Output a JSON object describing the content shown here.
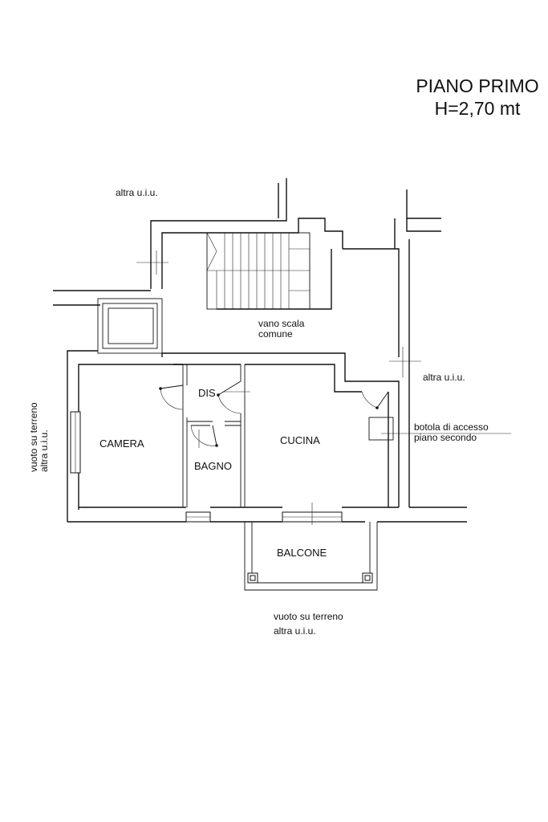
{
  "title": {
    "line1": "PIANO PRIMO",
    "line2": "H=2,70 mt"
  },
  "rooms": {
    "camera": "CAMERA",
    "dis": "DIS",
    "bagno": "BAGNO",
    "cucina": "CUCINA",
    "balcone": "BALCONE",
    "vano_scala_1": "vano scala",
    "vano_scala_2": "comune"
  },
  "annotations": {
    "altra_top": "altra u.i.u.",
    "altra_right": "altra u.i.u.",
    "botola_1": "botola di accesso",
    "botola_2": "piano secondo",
    "left_1": "vuoto su terreno",
    "left_2": "altra u.i.u.",
    "bottom_1": "vuoto su terreno",
    "bottom_2": "altra u.i.u."
  }
}
